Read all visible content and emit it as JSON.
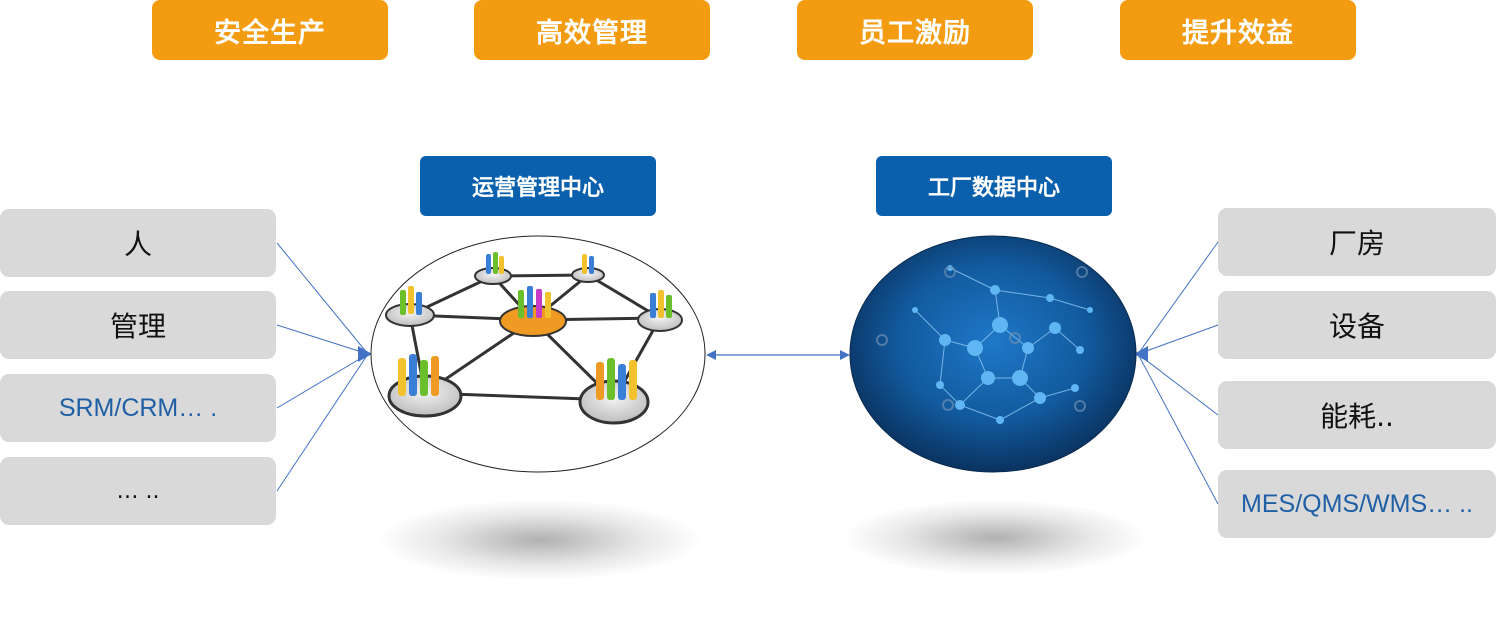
{
  "goals": [
    "安全生产",
    "高效管理",
    "员工激励",
    "提升效益"
  ],
  "centers": {
    "operations": "运营管理中心",
    "factory_data": "工厂数据中心"
  },
  "left_items": [
    "人",
    "管理",
    "SRM/CRM… .",
    "… .."
  ],
  "right_items": [
    "厂房",
    "设备",
    "能耗..",
    "MES/QMS/WMS… .."
  ],
  "colors": {
    "goal_orange": "#f39c12",
    "center_blue": "#0a60ad",
    "side_gray": "#d9d9d9",
    "arrow_blue": "#4472c4",
    "link_text_blue": "#1f5fa6"
  }
}
